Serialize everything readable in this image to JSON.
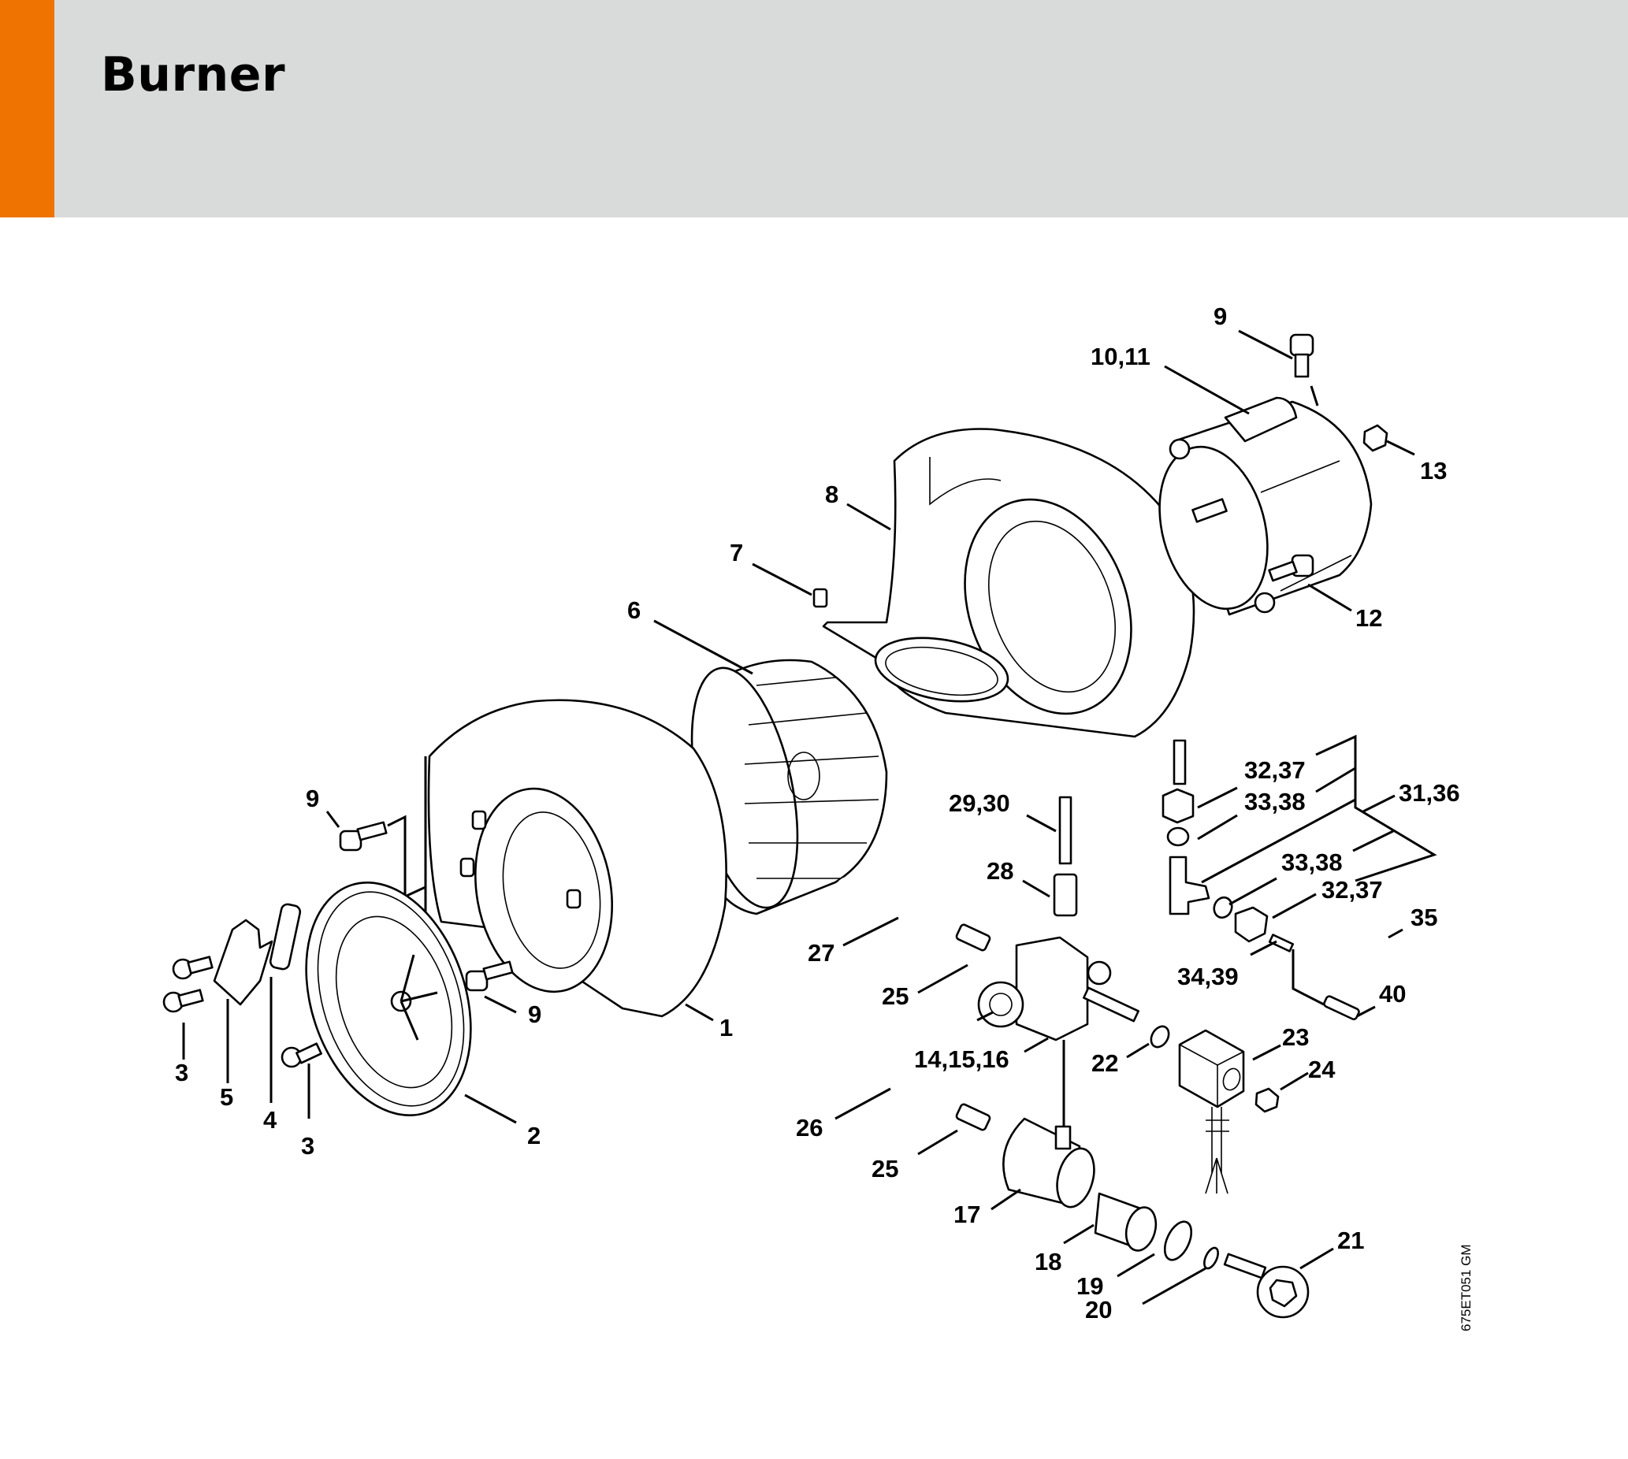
{
  "header": {
    "title": "Burner",
    "accent_color": "#ef7300",
    "band_color": "#d9dbda"
  },
  "diagram": {
    "reference_code": "675ET051 GM",
    "callouts": {
      "c1": "1",
      "c2": "2",
      "c3a": "3",
      "c3b": "3",
      "c4": "4",
      "c5": "5",
      "c6": "6",
      "c7": "7",
      "c8": "8",
      "c9a": "9",
      "c9b": "9",
      "c9c": "9",
      "c10_11": "10,11",
      "c12": "12",
      "c13": "13",
      "c14_15_16": "14,15,16",
      "c17": "17",
      "c18": "18",
      "c19": "19",
      "c20": "20",
      "c21": "21",
      "c22": "22",
      "c23": "23",
      "c24": "24",
      "c25a": "25",
      "c25b": "25",
      "c26": "26",
      "c27": "27",
      "c28": "28",
      "c29_30": "29,30",
      "c31_36": "31,36",
      "c32_37a": "32,37",
      "c32_37b": "32,37",
      "c33_38a": "33,38",
      "c33_38b": "33,38",
      "c34_39": "34,39",
      "c35": "35",
      "c40": "40"
    }
  }
}
